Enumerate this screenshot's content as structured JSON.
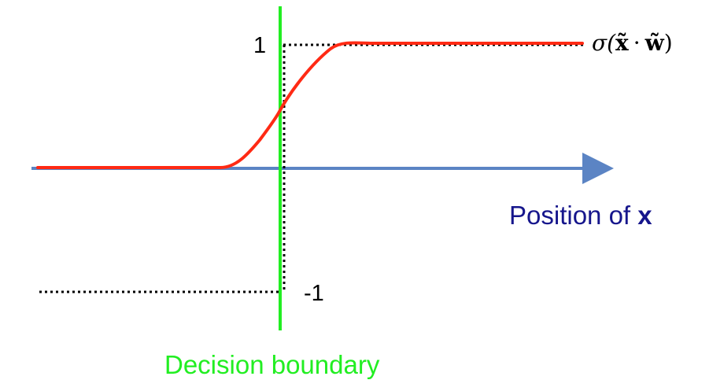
{
  "diagram": {
    "label_one": "1",
    "label_minus_one": "-1",
    "function_sigma": "σ(",
    "function_x": "x̃",
    "function_dot": "·",
    "function_w": "w̃",
    "function_close": ")",
    "axis_label_prefix": "Position of ",
    "axis_label_var": "x",
    "boundary_label": "Decision boundary"
  },
  "colors": {
    "axis": "#5b84c4",
    "curve": "#ff2a14",
    "boundary": "#22ee22",
    "axis_text": "#16168c",
    "boundary_text": "#22ee22",
    "guide": "#000000"
  }
}
